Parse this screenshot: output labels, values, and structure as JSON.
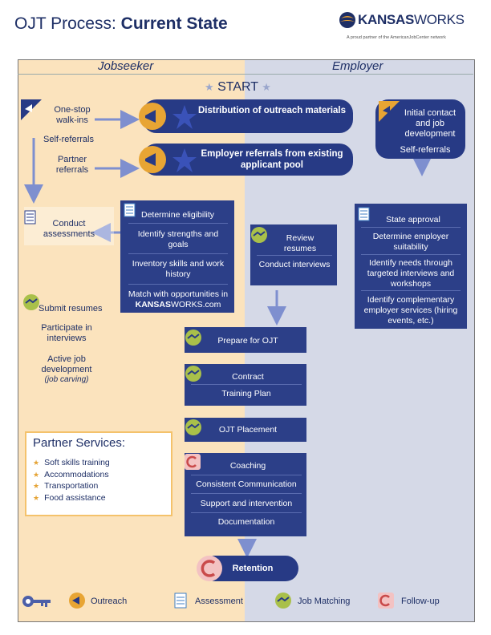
{
  "header": {
    "title_plain": "OJT Process:",
    "title_bold": "Current State",
    "logo_main_bold": "KANSAS",
    "logo_main_light": "WORKS",
    "logo_sub": "A proud partner of the AmericanJobCenter network"
  },
  "columns": {
    "left": "Jobseeker",
    "right": "Employer"
  },
  "start_label": "START",
  "jobseeker": {
    "walk_ins": "One-stop walk-ins",
    "self_referrals": "Self-referrals",
    "partner_referrals": "Partner referrals",
    "conduct_assessments": "Conduct assessments",
    "submit_resumes": "Submit resumes",
    "participate_interviews": "Participate in interviews",
    "active_job_dev": "Active job development",
    "job_carving": "(job carving)"
  },
  "employer": {
    "initial_contact": "Initial contact and job development",
    "self_referrals": "Self-referrals",
    "review_resumes": "Review resumes",
    "conduct_interviews": "Conduct interviews",
    "state_approval": "State approval",
    "determine_suitability": "Determine employer suitability",
    "identify_needs": "Identify needs through targeted interviews and workshops",
    "identify_services": "Identify complementary employer services (hiring events, etc.)"
  },
  "flow": {
    "distribution": "Distribution of outreach materials",
    "employer_referrals": "Employer referrals from existing applicant pool",
    "determine_eligibility": "Determine eligibility",
    "identify_strengths": "Identify strengths and goals",
    "inventory_skills": "Inventory skills and work history",
    "match_opportunities": "Match with opportunities in KANSASWORKS.com",
    "prepare_ojt": "Prepare for OJT",
    "contract": "Contract",
    "training_plan": "Training Plan",
    "ojt_placement": "OJT Placement",
    "coaching": "Coaching",
    "consistent_comm": "Consistent Communication",
    "support": "Support and intervention",
    "documentation": "Documentation",
    "retention": "Retention"
  },
  "partner_services": {
    "heading": "Partner Services:",
    "items": [
      "Soft skills training",
      "Accommodations",
      "Transportation",
      "Food assistance"
    ]
  },
  "legend": {
    "outreach": "Outreach",
    "assessment": "Assessment",
    "job_matching": "Job Matching",
    "follow_up": "Follow-up"
  },
  "colors": {
    "jobseeker_bg": "#fbe3bd",
    "employer_bg": "#d5d9e7",
    "navy": "#273a85",
    "outreach_icon": "#e8a534",
    "assessment_icon": "#3f7fc4",
    "matching_icon": "#a9c04a",
    "followup_icon": "#e07a7a"
  }
}
